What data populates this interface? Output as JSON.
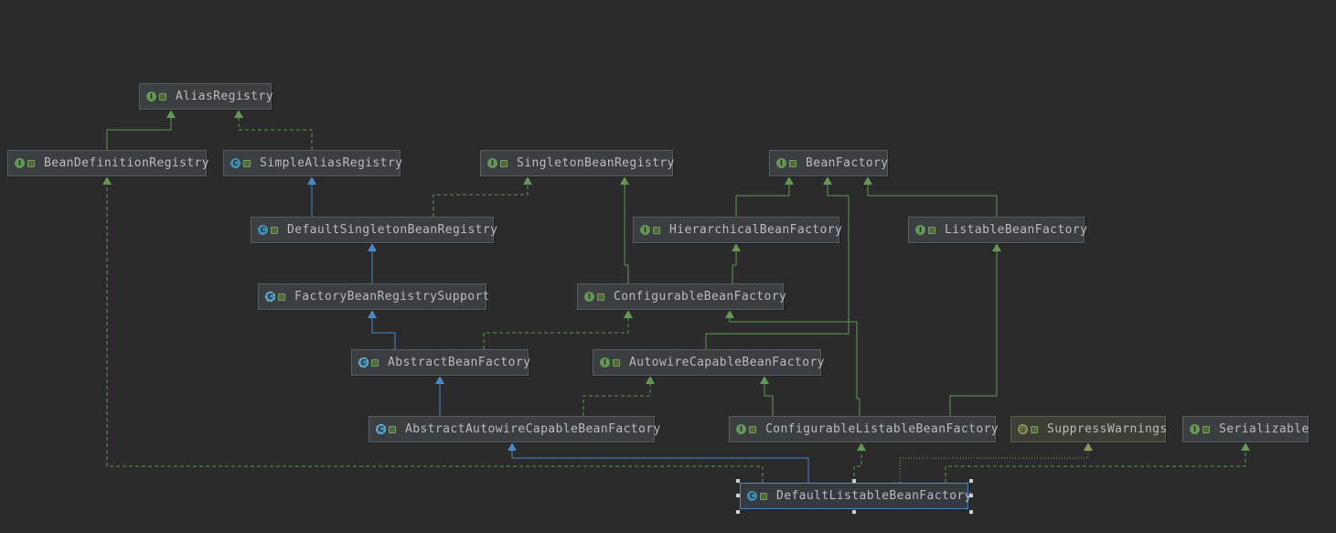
{
  "diagram": {
    "nodes": [
      {
        "id": "alias",
        "name": "AliasRegistry",
        "kind": "interface"
      },
      {
        "id": "bdr",
        "name": "BeanDefinitionRegistry",
        "kind": "interface"
      },
      {
        "id": "sar",
        "name": "SimpleAliasRegistry",
        "kind": "class"
      },
      {
        "id": "sbr",
        "name": "SingletonBeanRegistry",
        "kind": "interface"
      },
      {
        "id": "bf",
        "name": "BeanFactory",
        "kind": "interface"
      },
      {
        "id": "dsbr",
        "name": "DefaultSingletonBeanRegistry",
        "kind": "class"
      },
      {
        "id": "hbf",
        "name": "HierarchicalBeanFactory",
        "kind": "interface"
      },
      {
        "id": "lbf",
        "name": "ListableBeanFactory",
        "kind": "interface"
      },
      {
        "id": "fbrs",
        "name": "FactoryBeanRegistrySupport",
        "kind": "abstract"
      },
      {
        "id": "cbf",
        "name": "ConfigurableBeanFactory",
        "kind": "interface"
      },
      {
        "id": "abf",
        "name": "AbstractBeanFactory",
        "kind": "abstract"
      },
      {
        "id": "acbf",
        "name": "AutowireCapableBeanFactory",
        "kind": "interface"
      },
      {
        "id": "aacbf",
        "name": "AbstractAutowireCapableBeanFactory",
        "kind": "abstract"
      },
      {
        "id": "clbf",
        "name": "ConfigurableListableBeanFactory",
        "kind": "interface"
      },
      {
        "id": "sw",
        "name": "SuppressWarnings",
        "kind": "annotation"
      },
      {
        "id": "ser",
        "name": "Serializable",
        "kind": "interface"
      },
      {
        "id": "dlbf",
        "name": "DefaultListableBeanFactory",
        "kind": "class",
        "selected": true
      }
    ],
    "edges": [
      {
        "from": "bdr",
        "to": "alias",
        "type": "extends-interface"
      },
      {
        "from": "sar",
        "to": "alias",
        "type": "implements"
      },
      {
        "from": "dsbr",
        "to": "sar",
        "type": "extends-class"
      },
      {
        "from": "dsbr",
        "to": "sbr",
        "type": "implements"
      },
      {
        "from": "fbrs",
        "to": "dsbr",
        "type": "extends-class"
      },
      {
        "from": "abf",
        "to": "fbrs",
        "type": "extends-class"
      },
      {
        "from": "abf",
        "to": "cbf",
        "type": "implements"
      },
      {
        "from": "hbf",
        "to": "bf",
        "type": "extends-interface"
      },
      {
        "from": "lbf",
        "to": "bf",
        "type": "extends-interface"
      },
      {
        "from": "acbf",
        "to": "bf",
        "type": "extends-interface"
      },
      {
        "from": "cbf",
        "to": "hbf",
        "type": "extends-interface"
      },
      {
        "from": "cbf",
        "to": "sbr",
        "type": "extends-interface"
      },
      {
        "from": "aacbf",
        "to": "abf",
        "type": "extends-class"
      },
      {
        "from": "aacbf",
        "to": "acbf",
        "type": "implements"
      },
      {
        "from": "clbf",
        "to": "acbf",
        "type": "extends-interface"
      },
      {
        "from": "clbf",
        "to": "cbf",
        "type": "extends-interface"
      },
      {
        "from": "clbf",
        "to": "lbf",
        "type": "extends-interface"
      },
      {
        "from": "dlbf",
        "to": "aacbf",
        "type": "extends-class"
      },
      {
        "from": "dlbf",
        "to": "clbf",
        "type": "implements"
      },
      {
        "from": "dlbf",
        "to": "bdr",
        "type": "implements"
      },
      {
        "from": "dlbf",
        "to": "ser",
        "type": "implements"
      },
      {
        "from": "dlbf",
        "to": "sw",
        "type": "annotated"
      }
    ]
  },
  "colors": {
    "background": "#2b2b2b",
    "interface_edge": "#629755",
    "class_edge": "#4a88c7",
    "annotation_edge": "#8a9a5b"
  }
}
